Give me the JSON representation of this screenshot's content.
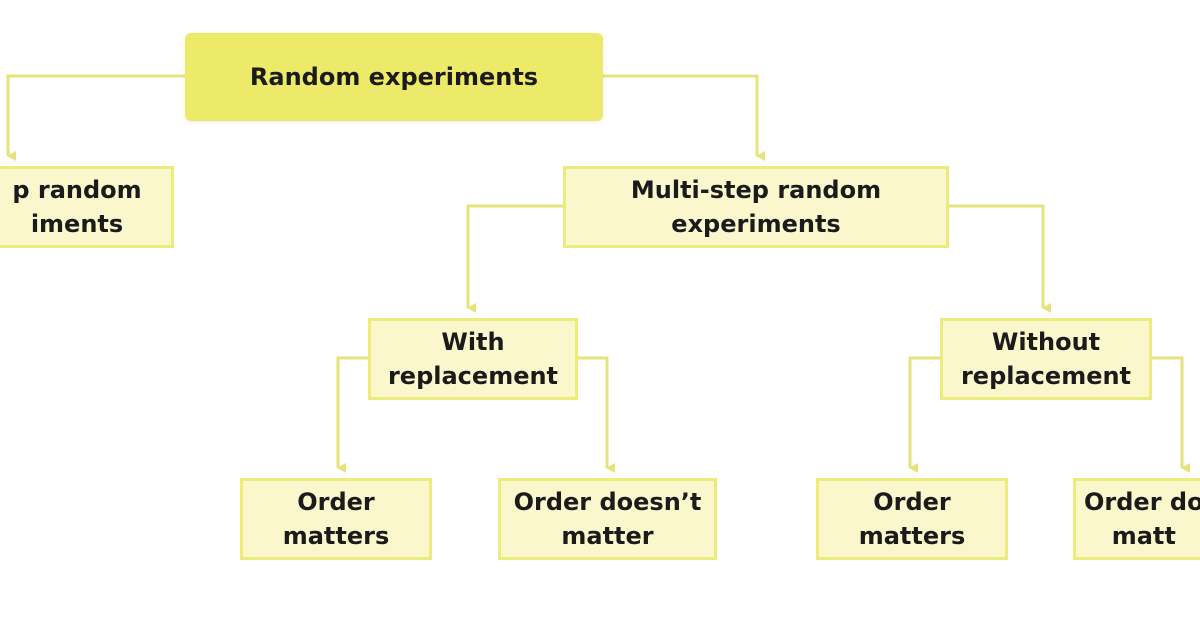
{
  "colors": {
    "root_fill": "#ecea68",
    "node_fill": "#fbf7cc",
    "node_border": "#ecec7c",
    "connector": "#e4e47a",
    "text": "#1b1b1b"
  },
  "nodes": {
    "root": "Random experiments",
    "single_step": "p random\niments",
    "multi_step": "Multi-step random\nexperiments",
    "with_replacement": "With\nreplacement",
    "without_replacement": "Without\nreplacement",
    "with_order_matters": "Order\nmatters",
    "with_order_doesnt_matter": "Order doesn’t\nmatter",
    "without_order_matters": "Order\nmatters",
    "without_order_doesnt_matter": "Order do\nmatt"
  }
}
